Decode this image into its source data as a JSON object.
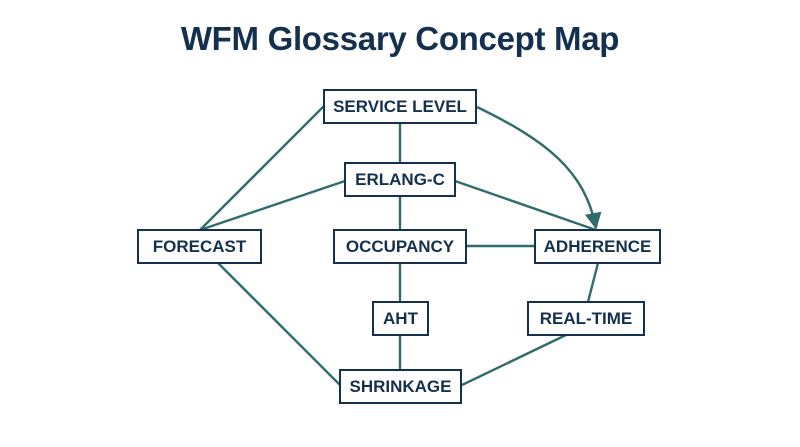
{
  "title": "WFM Glossary Concept Map",
  "colors": {
    "edge": "#316b6b",
    "node_border": "#14304f",
    "text": "#14304f"
  },
  "nodes": {
    "service_level": "SERVICE LEVEL",
    "erlang_c": "ERLANG-C",
    "forecast": "FORECAST",
    "occupancy": "OCCUPANCY",
    "adherence": "ADHERENCE",
    "aht": "AHT",
    "real_time": "REAL-TIME",
    "shrinkage": "SHRINKAGE"
  },
  "edges": [
    {
      "from": "SERVICE LEVEL",
      "to": "ERLANG-C",
      "directed": false
    },
    {
      "from": "SERVICE LEVEL",
      "to": "FORECAST",
      "directed": false
    },
    {
      "from": "SERVICE LEVEL",
      "to": "ADHERENCE",
      "directed": true
    },
    {
      "from": "ERLANG-C",
      "to": "FORECAST",
      "directed": false
    },
    {
      "from": "ERLANG-C",
      "to": "OCCUPANCY",
      "directed": false
    },
    {
      "from": "ERLANG-C",
      "to": "ADHERENCE",
      "directed": false
    },
    {
      "from": "OCCUPANCY",
      "to": "ADHERENCE",
      "directed": false
    },
    {
      "from": "OCCUPANCY",
      "to": "AHT",
      "directed": false
    },
    {
      "from": "AHT",
      "to": "SHRINKAGE",
      "directed": false
    },
    {
      "from": "FORECAST",
      "to": "SHRINKAGE",
      "directed": false
    },
    {
      "from": "ADHERENCE",
      "to": "REAL-TIME",
      "directed": false
    },
    {
      "from": "REAL-TIME",
      "to": "SHRINKAGE",
      "directed": false
    }
  ]
}
